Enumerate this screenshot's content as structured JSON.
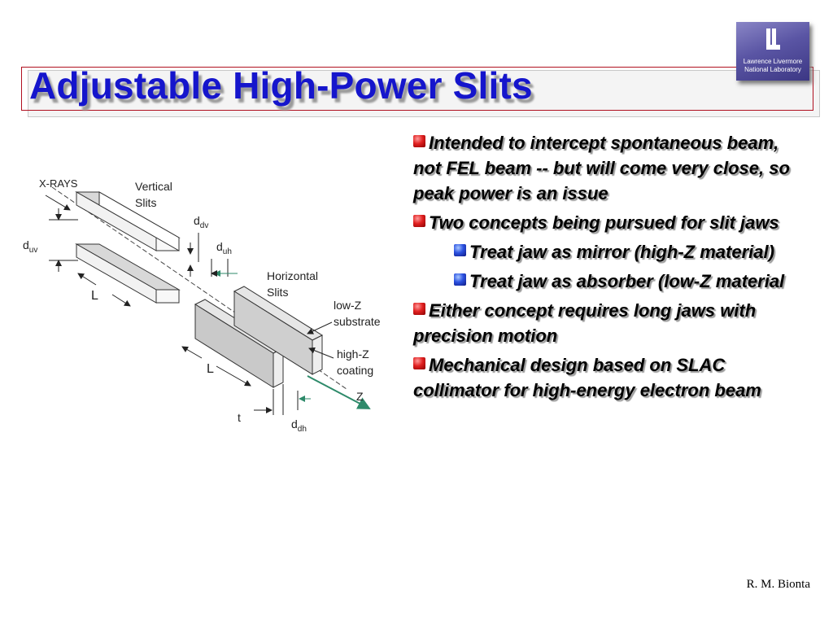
{
  "slide": {
    "title": "Adjustable High-Power Slits",
    "author": "R. M. Bionta"
  },
  "logo": {
    "line1": "Lawrence Livermore",
    "line2": "National Laboratory",
    "colors": {
      "primary": "#5a55a4",
      "dark": "#3c3784"
    }
  },
  "diagram": {
    "labels": {
      "xrays": "X-RAYS",
      "vertical_slits_1": "Vertical",
      "vertical_slits_2": "Slits",
      "horizontal_slits_1": "Horizontal",
      "horizontal_slits_2": "Slits",
      "lowz_1": "low-Z",
      "lowz_2": "substrate",
      "highz_1": "high-Z",
      "highz_2": "coating",
      "z": "Z",
      "length_v": "L",
      "length_h": "L",
      "t": "t",
      "d": "d",
      "sub_dv": "dv",
      "sub_uv": "uv",
      "sub_uh": "uh",
      "sub_dh": "dh"
    }
  },
  "bullets": [
    {
      "level": 1,
      "marker": "red",
      "text": "Intended to intercept spontaneous beam, not FEL beam -- but will come very close, so peak power is an issue"
    },
    {
      "level": 1,
      "marker": "red",
      "text": "Two concepts being pursued for slit jaws"
    },
    {
      "level": 2,
      "marker": "blue",
      "text": "Treat jaw as mirror (high-Z material)"
    },
    {
      "level": 2,
      "marker": "blue",
      "text": "Treat jaw as absorber (low-Z material"
    },
    {
      "level": 1,
      "marker": "red",
      "text": "Either concept requires long jaws with precision motion"
    },
    {
      "level": 1,
      "marker": "red",
      "text": "Mechanical design based on SLAC collimator for high-energy electron beam"
    }
  ],
  "colors": {
    "title": "#1515cc",
    "title_border": "#b01020",
    "beam_arrow": "#2e8a6a"
  }
}
